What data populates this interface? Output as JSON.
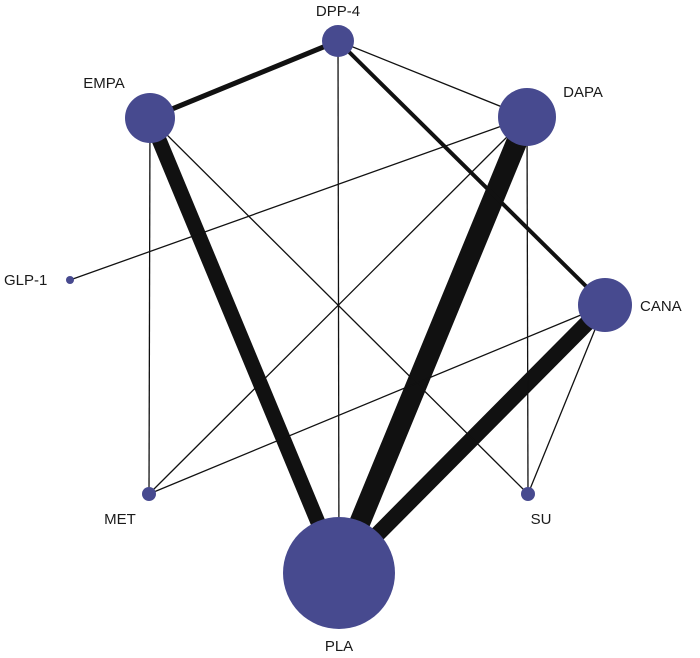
{
  "node_color": "#474a8f",
  "edge_color": "#111111",
  "nodes": [
    {
      "id": "DPP-4",
      "label": "DPP-4"
    },
    {
      "id": "EMPA",
      "label": "EMPA"
    },
    {
      "id": "DAPA",
      "label": "DAPA"
    },
    {
      "id": "GLP-1",
      "label": "GLP-1"
    },
    {
      "id": "CANA",
      "label": "CANA"
    },
    {
      "id": "MET",
      "label": "MET"
    },
    {
      "id": "SU",
      "label": "SU"
    },
    {
      "id": "PLA",
      "label": "PLA"
    }
  ],
  "edges": [
    {
      "from": "EMPA",
      "to": "PLA"
    },
    {
      "from": "DAPA",
      "to": "PLA"
    },
    {
      "from": "CANA",
      "to": "PLA"
    },
    {
      "from": "DPP-4",
      "to": "EMPA"
    },
    {
      "from": "DPP-4",
      "to": "CANA"
    },
    {
      "from": "DPP-4",
      "to": "DAPA"
    },
    {
      "from": "DPP-4",
      "to": "PLA"
    },
    {
      "from": "EMPA",
      "to": "MET"
    },
    {
      "from": "EMPA",
      "to": "SU"
    },
    {
      "from": "DAPA",
      "to": "MET"
    },
    {
      "from": "DAPA",
      "to": "SU"
    },
    {
      "from": "GLP-1",
      "to": "DAPA"
    },
    {
      "from": "CANA",
      "to": "MET"
    },
    {
      "from": "CANA",
      "to": "SU"
    }
  ]
}
